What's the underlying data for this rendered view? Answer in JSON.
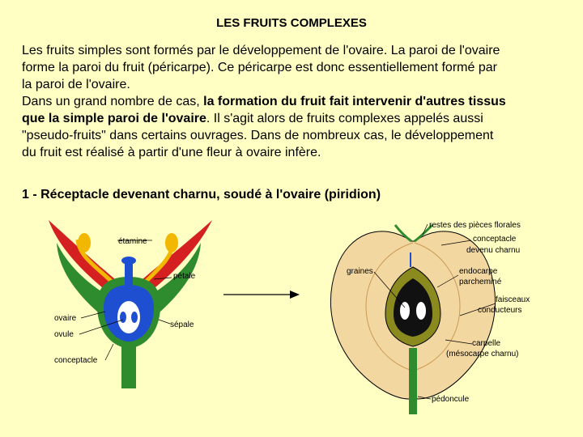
{
  "title": "LES FRUITS COMPLEXES",
  "paragraph": {
    "line1": "Les fruits simples sont formés par le développement de l'ovaire. La paroi de l'ovaire",
    "line2": "forme la paroi du fruit (péricarpe). Ce péricarpe est donc essentiellement formé par",
    "line3": "la paroi de l'ovaire.",
    "line4_normal": "Dans un grand nombre de cas, ",
    "line4_bold": "la formation du fruit fait intervenir d'autres tissus",
    "line5_bold": "que la simple paroi de l'ovaire",
    "line5_normal": ". Il s'agit alors de fruits complexes appelés aussi",
    "line6": "\"pseudo-fruits\" dans certains ouvrages. Dans de nombreux cas, le développement",
    "line7": "du fruit est réalisé à partir d'une fleur à ovaire infère."
  },
  "section_heading": "1 - Réceptacle devenant charnu, soudé à l'ovaire (piridion)",
  "flower_labels": {
    "etamine": "étamine",
    "petale": "pétale",
    "ovaire": "ovaire",
    "ovule": "ovule",
    "sepale": "sépale",
    "conceptacle": "conceptacle"
  },
  "fruit_labels": {
    "restes": "restes des pièces florales",
    "conceptacle_1": "conceptacle",
    "conceptacle_2": "devenu charnu",
    "graines": "graines",
    "endocarpe_1": "endocarpe",
    "endocarpe_2": "parcheminé",
    "faisceaux_1": "faisceaux",
    "faisceaux_2": "conducteurs",
    "carpelle_1": "carpelle",
    "carpelle_2": "(mésocarpe charnu)",
    "pedoncule": "pédoncule"
  },
  "colors": {
    "background": "#ffffc4",
    "fruit_flesh": "#f3d7a0",
    "stem_green": "#2e8b2e",
    "petal_red": "#d42020",
    "stamen_yellow": "#f2b700",
    "ovary_blue": "#1e4fd0",
    "endocarp_olive": "#8a8a1e"
  }
}
